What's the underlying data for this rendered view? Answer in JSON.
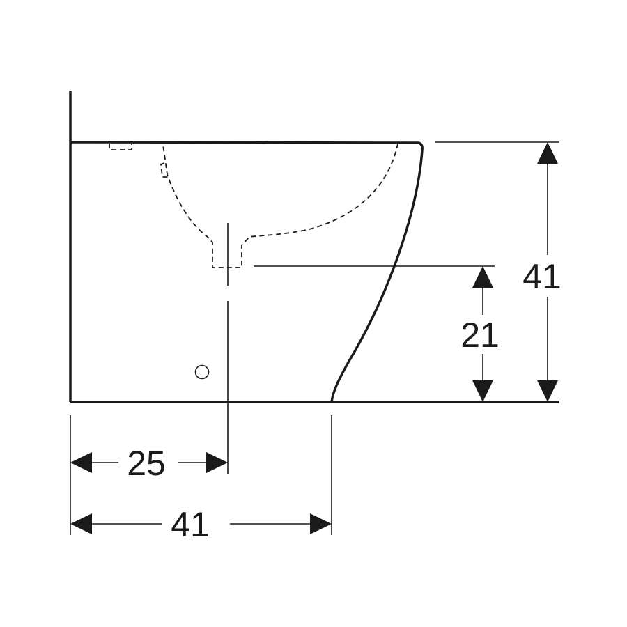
{
  "dimensions": {
    "total_height": "41",
    "outlet_height": "21",
    "outlet_from_wall": "25",
    "total_depth": "41"
  }
}
